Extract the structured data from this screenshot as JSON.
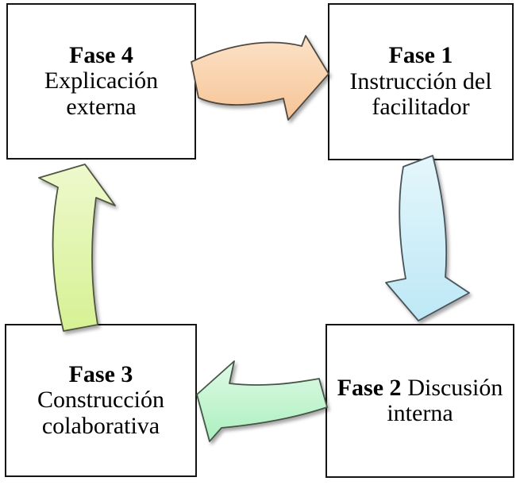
{
  "diagram": {
    "type": "cycle",
    "background": "#ffffff",
    "box_border_color": "#141414",
    "text_color": "#000000",
    "boxes": [
      {
        "id": "fase1",
        "label": "Fase 1",
        "description": "Instrucción del facilitador"
      },
      {
        "id": "fase2",
        "label": "Fase 2",
        "description": "Discusión interna"
      },
      {
        "id": "fase3",
        "label": "Fase 3",
        "description": "Construcción colaborativa"
      },
      {
        "id": "fase4",
        "label": "Fase 4",
        "description": "Explicación externa"
      }
    ],
    "arrows": [
      {
        "name": "arrow-fase4-to-fase1",
        "direction": "right",
        "color_light": "#FCE2C7",
        "color_dark": "#F6C496",
        "outline": "#4f4a42"
      },
      {
        "name": "arrow-fase1-to-fase2",
        "direction": "down",
        "color_light": "#E4F6FB",
        "color_dark": "#BDE8F6",
        "outline": "#49535a"
      },
      {
        "name": "arrow-fase2-to-fase3",
        "direction": "left",
        "color_light": "#DFFAE6",
        "color_dark": "#ABEFBE",
        "outline": "#465547"
      },
      {
        "name": "arrow-fase3-to-fase4",
        "direction": "up",
        "color_light": "#EEF9CD",
        "color_dark": "#D6F193",
        "outline": "#50543f"
      }
    ]
  }
}
